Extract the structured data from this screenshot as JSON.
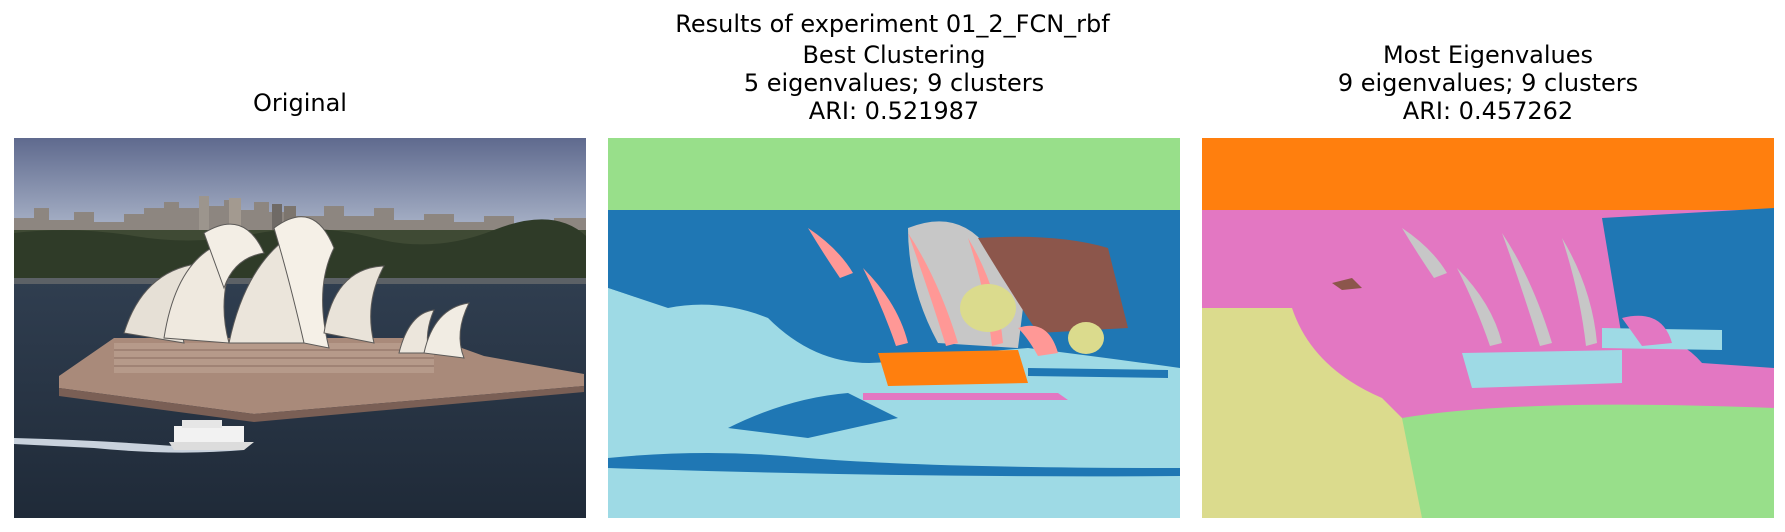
{
  "figure": {
    "title": "Results of experiment 01_2_FCN_rbf"
  },
  "panels": [
    {
      "title_lines": [
        "Original"
      ],
      "image": "photograph of the Sydney Opera House with harbour, city skyline and ferry"
    },
    {
      "title_lines": [
        "Best Clustering",
        "5 eigenvalues; 9 clusters",
        "ARI: 0.521987"
      ],
      "image": "segmentation map"
    },
    {
      "title_lines": [
        "Most Eigenvalues",
        "9 eigenvalues; 9 clusters",
        "ARI: 0.457262"
      ],
      "image": "segmentation map"
    }
  ],
  "colors": {
    "sky_top": "#5f6a8e",
    "sky_bottom": "#a9b3c8",
    "water": "#2c3b4e",
    "shell": "#ece6dc",
    "base": "#a98a7a",
    "green": "#98df8a",
    "blue": "#1f77b4",
    "light_blue": "#9edae5",
    "silver": "#c7c7c7",
    "pink": "#ff9896",
    "olive": "#dbdb8d",
    "brown": "#8c564b",
    "orange": "#ff7f0e",
    "magenta": "#e377c2"
  }
}
